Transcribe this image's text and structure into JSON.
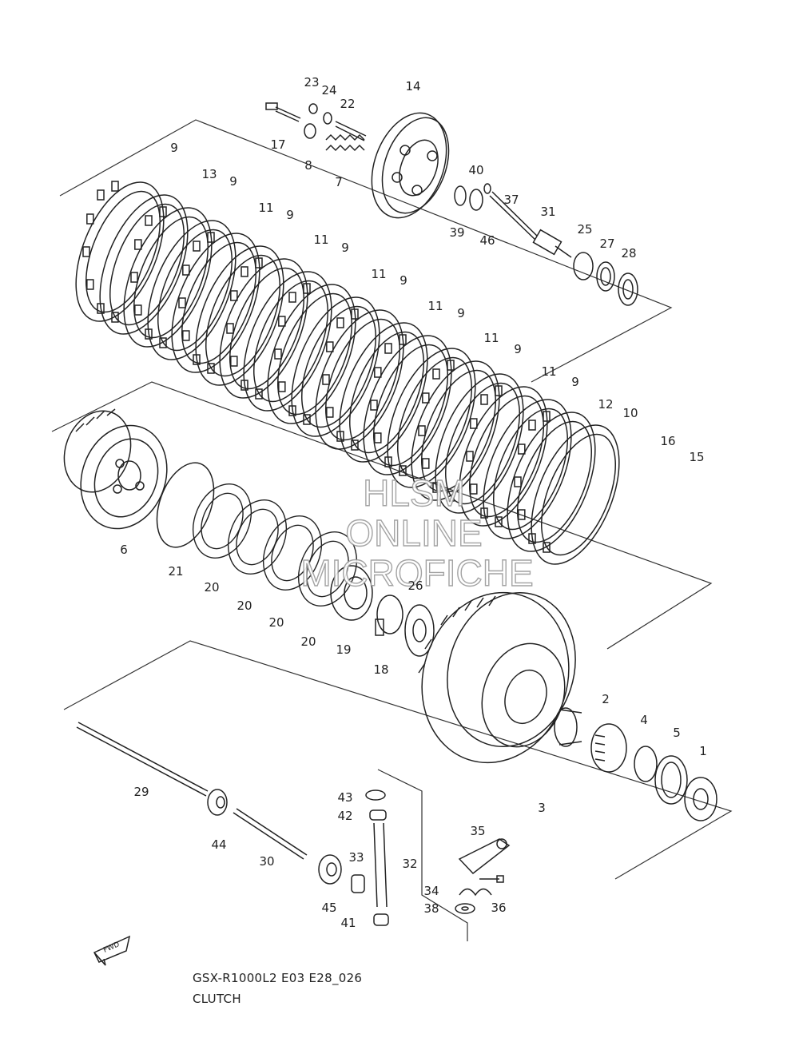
{
  "diagram": {
    "model_code": "GSX-R1000L2 E03 E28_026",
    "section_title": "CLUTCH",
    "direction_badge": "FWD",
    "watermark": {
      "line1": "HLSM",
      "line2": "ONLINE",
      "line3": "MICROFICHE"
    },
    "part_numbers": [
      "23",
      "24",
      "22",
      "14",
      "17",
      "8",
      "7",
      "9",
      "13",
      "9",
      "11",
      "9",
      "11",
      "9",
      "40",
      "37",
      "31",
      "39",
      "46",
      "25",
      "27",
      "28",
      "11",
      "9",
      "11",
      "9",
      "11",
      "9",
      "11",
      "9",
      "12",
      "10",
      "16",
      "15",
      "6",
      "21",
      "20",
      "20",
      "20",
      "20",
      "19",
      "26",
      "18",
      "2",
      "4",
      "5",
      "1",
      "3",
      "29",
      "44",
      "30",
      "43",
      "42",
      "33",
      "32",
      "35",
      "34",
      "36",
      "38",
      "45",
      "41"
    ]
  }
}
